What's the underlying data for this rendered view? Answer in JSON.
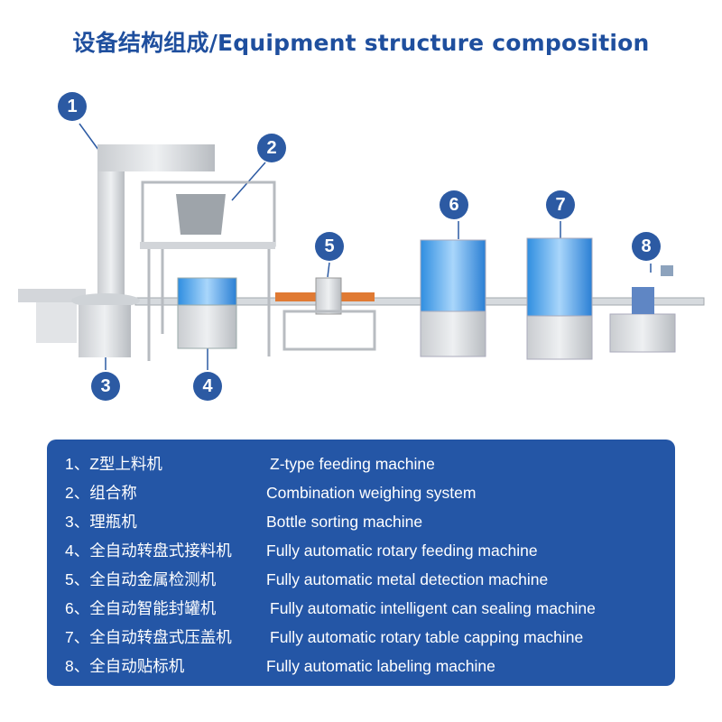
{
  "title": "设备结构组成/Equipment structure composition",
  "markers": [
    "1",
    "2",
    "3",
    "4",
    "5",
    "6",
    "7",
    "8"
  ],
  "colors": {
    "accent": "#2c5aa3",
    "panel": "#2456a6",
    "title": "#1f4f9e"
  },
  "items": [
    {
      "zh": "1、Z型上料机",
      "en": "Z-type feeding machine"
    },
    {
      "zh": "2、组合称",
      "en": "Combination weighing system"
    },
    {
      "zh": "3、理瓶机",
      "en": "Bottle sorting machine"
    },
    {
      "zh": "4、全自动转盘式接料机",
      "en": "Fully automatic rotary feeding machine"
    },
    {
      "zh": "5、全自动金属检测机",
      "en": "Fully automatic metal detection machine"
    },
    {
      "zh": "6、全自动智能封罐机",
      "en": "Fully automatic intelligent can sealing machine"
    },
    {
      "zh": "7、全自动转盘式压盖机",
      "en": "Fully automatic rotary table capping machine"
    },
    {
      "zh": "8、全自动贴标机",
      "en": "Fully automatic labeling machine"
    }
  ]
}
